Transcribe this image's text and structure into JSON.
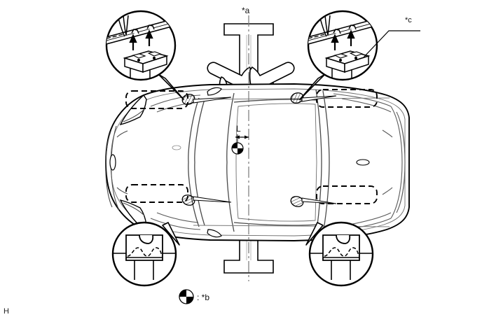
{
  "diagram": {
    "title": "Vehicle lift point diagram (top view)",
    "subject": "sedan-top-view-on-two-post-lift",
    "line_color": "#000000",
    "fill_color": "#ffffff",
    "page_mark": "H"
  },
  "labels": {
    "centerline": "*a",
    "lift_block": "*c",
    "dimension_l": "L",
    "legend_symbol_text": ": *b"
  },
  "callouts": [
    {
      "id": "front-left",
      "name": "lift-block-on-pinch-weld",
      "position": "top-left",
      "shape": "circle",
      "contents": "rocker panel pinch weld with two notches, lift block with two upward arrows"
    },
    {
      "id": "front-right",
      "name": "lift-block-on-pinch-weld",
      "position": "top-right",
      "shape": "circle",
      "contents": "rocker panel pinch weld with two notches, lift block with two upward arrows",
      "leader_label": "*c"
    },
    {
      "id": "rear-left",
      "name": "notched-lift-pad",
      "position": "bottom-left",
      "shape": "circle",
      "contents": "lift pad with center notch seated on pinch weld"
    },
    {
      "id": "rear-right",
      "name": "notched-lift-pad",
      "position": "bottom-right",
      "shape": "circle",
      "contents": "lift pad with center notch seated on pinch weld"
    }
  ],
  "legend": {
    "symbol": "center-of-gravity",
    "text": ": *b"
  }
}
